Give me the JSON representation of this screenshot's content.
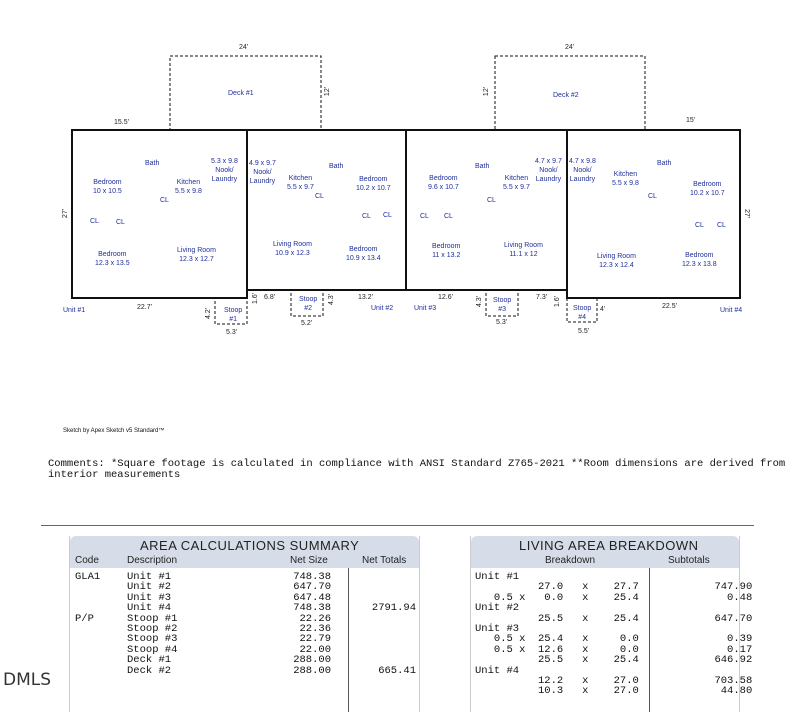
{
  "sketch": {
    "decks": [
      {
        "label": "Deck #1",
        "width": "24'",
        "depth": "12'"
      },
      {
        "label": "Deck #2",
        "width": "24'",
        "depth": "12'"
      }
    ],
    "top_dims": {
      "left": "15.5'",
      "right": "15'"
    },
    "side_dims": {
      "left": "27'",
      "right": "27'"
    },
    "units": [
      {
        "name": "Unit #1",
        "rooms": [
          {
            "label": "Bedroom\n10 x 10.5"
          },
          {
            "label": "Bath"
          },
          {
            "label": "Kitchen\n5.5 x 9.8"
          },
          {
            "label": "5.3 x 9.8\nNook/\nLaundry"
          },
          {
            "label": "CL"
          },
          {
            "label": "CL"
          },
          {
            "label": "CL"
          },
          {
            "label": "Bedroom\n12.3 x 13.5"
          },
          {
            "label": "Living Room\n12.3 x 12.7"
          }
        ]
      },
      {
        "name": "Unit #2",
        "rooms": [
          {
            "label": "4.9 x 9.7\nNook/\nLaundry"
          },
          {
            "label": "Kitchen\n5.5 x 9.7"
          },
          {
            "label": "Bath"
          },
          {
            "label": "Bedroom\n10.2 x 10.7"
          },
          {
            "label": "CL"
          },
          {
            "label": "CL"
          },
          {
            "label": "CL"
          },
          {
            "label": "Living Room\n10.9 x 12.3"
          },
          {
            "label": "Bedroom\n10.9 x 13.4"
          }
        ]
      },
      {
        "name": "Unit #3",
        "rooms": [
          {
            "label": "Bedroom\n9.6 x 10.7"
          },
          {
            "label": "Bath"
          },
          {
            "label": "Kitchen\n5.5 x 9.7"
          },
          {
            "label": "4.7 x 9.7\nNook/\nLaundry"
          },
          {
            "label": "CL"
          },
          {
            "label": "CL"
          },
          {
            "label": "CL"
          },
          {
            "label": "Bedroom\n11 x 13.2"
          },
          {
            "label": "Living Room\n11.1 x 12"
          }
        ]
      },
      {
        "name": "Unit #4",
        "rooms": [
          {
            "label": "4.7 x 9.8\nNook/\nLaundry"
          },
          {
            "label": "Kitchen\n5.5 x 9.8"
          },
          {
            "label": "Bath"
          },
          {
            "label": "Bedroom\n10.2 x 10.7"
          },
          {
            "label": "CL"
          },
          {
            "label": "CL"
          },
          {
            "label": "CL"
          },
          {
            "label": "Living Room\n12.3 x 12.4"
          },
          {
            "label": "Bedroom\n12.3 x 13.8"
          }
        ]
      }
    ],
    "bottom_dims": [
      "22.7'",
      "6.8'",
      "13.2'",
      "12.6'",
      "7.3'",
      "22.5'"
    ],
    "stoops": [
      {
        "label": "Stoop\n#1",
        "w": "5.3'",
        "d": "4.2'",
        "side": "1.6'"
      },
      {
        "label": "Stoop\n#2",
        "w": "5.2'",
        "d": "4.3'"
      },
      {
        "label": "Stoop\n#3",
        "w": "5.3'",
        "d": "4.3'"
      },
      {
        "label": "Stoop\n#4",
        "w": "5.5'",
        "d": "4'",
        "side": "1.6'"
      }
    ],
    "credit": "Sketch by Apex Sketch v5 Standard™"
  },
  "comments": {
    "line1": "Comments:  *Square footage is calculated in compliance with ANSI Standard Z765-2021 **Room dimensions are derived from",
    "line2": "interior measurements"
  },
  "area_summary": {
    "title": "AREA CALCULATIONS SUMMARY",
    "headers": [
      "Code",
      "Description",
      "Net Size",
      "Net Totals"
    ],
    "rows": [
      [
        "GLA1",
        "Unit #1",
        "748.38",
        ""
      ],
      [
        "",
        "Unit #2",
        "647.70",
        ""
      ],
      [
        "",
        "Unit #3",
        "647.48",
        ""
      ],
      [
        "",
        "Unit #4",
        "748.38",
        "2791.94"
      ],
      [
        "P/P",
        "Stoop #1",
        "22.26",
        ""
      ],
      [
        "",
        "Stoop #2",
        "22.36",
        ""
      ],
      [
        "",
        "Stoop #3",
        "22.79",
        ""
      ],
      [
        "",
        "Stoop #4",
        "22.00",
        ""
      ],
      [
        "",
        "Deck #1",
        "288.00",
        ""
      ],
      [
        "",
        "Deck #2",
        "288.00",
        "665.41"
      ]
    ]
  },
  "living_breakdown": {
    "title": "LIVING AREA BREAKDOWN",
    "headers": [
      "Breakdown",
      "Subtotals"
    ],
    "lines": [
      "Unit #1",
      "          27.0   x    27.7            747.90",
      "   0.5 x   0.0   x    25.4              0.48",
      "Unit #2",
      "          25.5   x    25.4            647.70",
      "Unit #3",
      "   0.5 x  25.4   x     0.0              0.39",
      "   0.5 x  12.6   x     0.0              0.17",
      "          25.5   x    25.4            646.92",
      "Unit #4",
      "          12.2   x    27.0            703.58",
      "          10.3   x    27.0             44.80"
    ]
  },
  "logo": "DMLS"
}
